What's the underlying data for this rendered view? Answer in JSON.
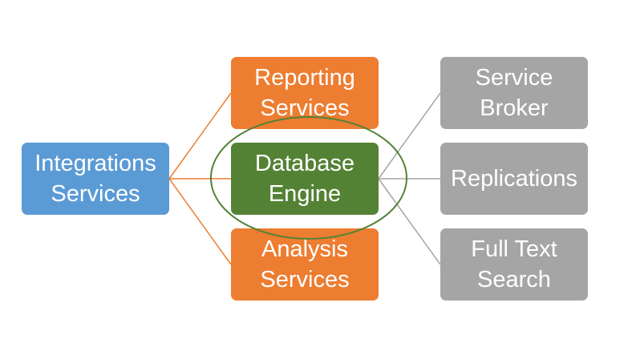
{
  "diagram": {
    "nodes": {
      "integrations": "Integrations\nServices",
      "reporting": "Reporting\nServices",
      "database": "Database\nEngine",
      "analysis": "Analysis\nServices",
      "broker": "Service\nBroker",
      "replications": "Replications",
      "fulltext": "Full Text\nSearch"
    },
    "colors": {
      "blue": "#5b9bd5",
      "orange": "#ed7d31",
      "green": "#548235",
      "gray": "#a5a5a5",
      "highlight_ellipse": "#548235"
    },
    "highlighted_node": "database"
  }
}
